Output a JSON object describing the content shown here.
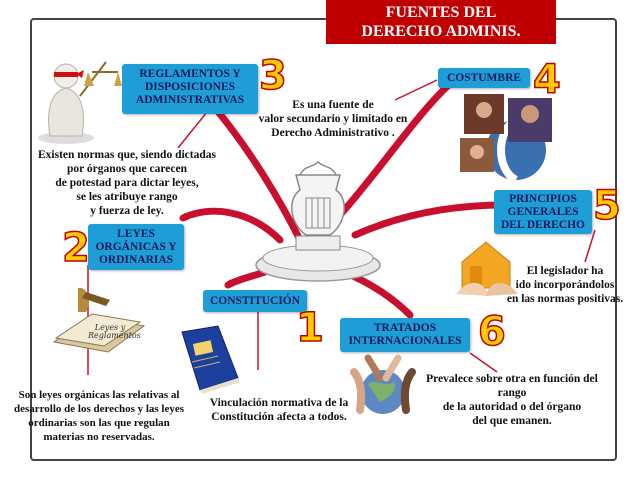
{
  "title": {
    "line1": "FUENTES DEL",
    "line2": "DERECHO ADMINIS."
  },
  "nodes": {
    "reglamentos": {
      "l1": "REGLAMENTOS Y",
      "l2": "DISPOSICIONES",
      "l3": "ADMINISTRATIVAS",
      "num": "3"
    },
    "costumbre": {
      "label": "COSTUMBRE",
      "num": "4"
    },
    "principios": {
      "l1": "PRINCIPIOS",
      "l2": "GENERALES",
      "l3": "DEL DERECHO",
      "num": "5"
    },
    "leyes": {
      "l1": "LEYES",
      "l2": "ORGÁNICAS Y",
      "l3": "ORDINARIAS",
      "num": "2"
    },
    "constitucion": {
      "label": "CONSTITUCIÓN",
      "num": "1"
    },
    "tratados": {
      "l1": "TRATADOS",
      "l2": "INTERNACIONALES",
      "num": "6"
    }
  },
  "texts": {
    "costumbre_desc": {
      "l1": "Es una fuente de",
      "l2": "valor secundario y limitado en",
      "l3": "Derecho Administrativo ."
    },
    "reglamentos_desc": {
      "l1": "Existen normas que, siendo dictadas",
      "l2": "por órganos que carecen",
      "l3": "de potestad para dictar leyes,",
      "l4": "se les atribuye rango",
      "l5": "y fuerza de ley."
    },
    "principios_desc": {
      "l1": "El legislador ha",
      "l2": "ido incorporándolos",
      "l3": "en las normas positivas."
    },
    "leyes_desc": {
      "l1": "Son leyes orgánicas las relativas al",
      "l2": "desarrollo de los derechos y las leyes",
      "l3": "ordinarias son las que regulan",
      "l4": "materias no reservadas."
    },
    "constitucion_desc": {
      "l1": "Vinculación normativa de la",
      "l2": "Constitución afecta a todos."
    },
    "tratados_desc": {
      "l1": "Prevalece sobre otra en función del",
      "l2": "rango",
      "l3": "de la autoridad o del órgano",
      "l4": "del que emanen."
    }
  },
  "book_label": {
    "l1": "Leyes",
    "l2": "y",
    "l3": "Reglamentos"
  },
  "colors": {
    "title_bg": "#c00000",
    "box_bg": "#1f9dd6",
    "box_text": "#0b1a5c",
    "arrow": "#c8102e",
    "number_fill": "#ffcc00",
    "number_outline": "#c00000"
  }
}
